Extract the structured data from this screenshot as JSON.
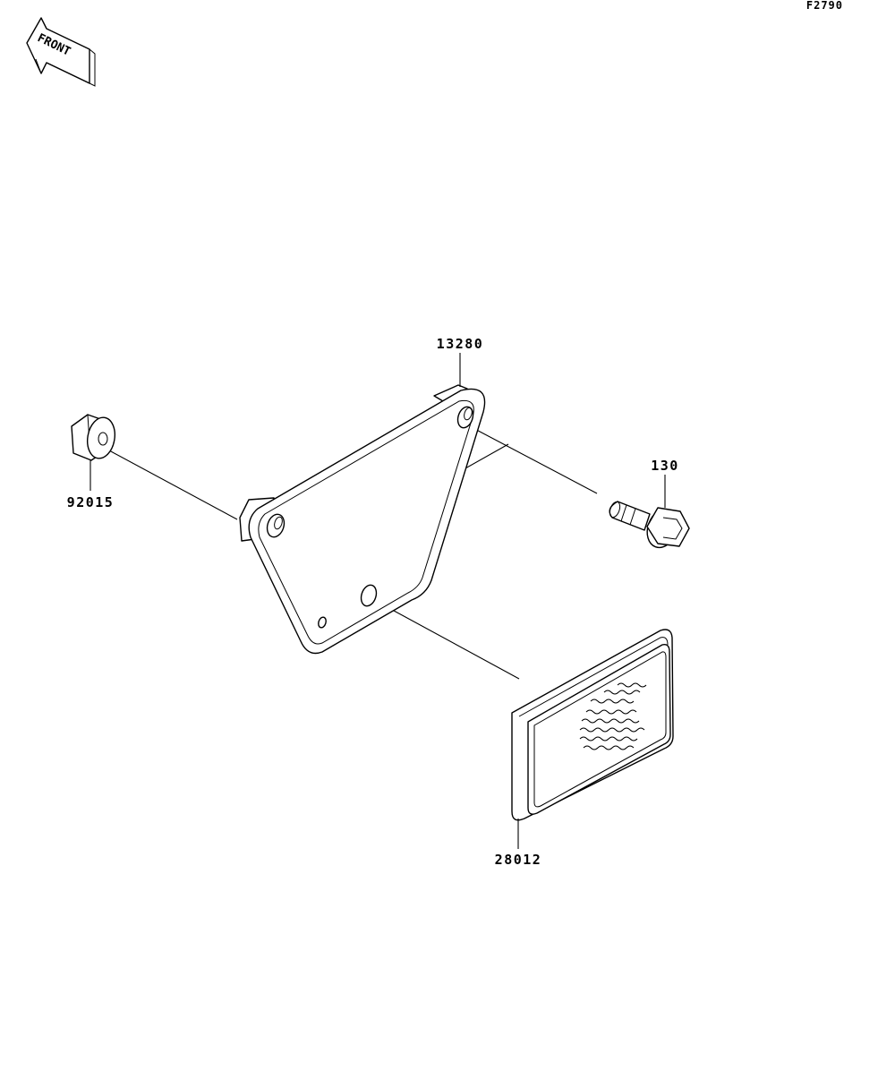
{
  "figure": {
    "code": "F2790",
    "front_label": "FRONT"
  },
  "parts": [
    {
      "number": "13280"
    },
    {
      "number": "130"
    },
    {
      "number": "92015"
    },
    {
      "number": "28012"
    }
  ]
}
